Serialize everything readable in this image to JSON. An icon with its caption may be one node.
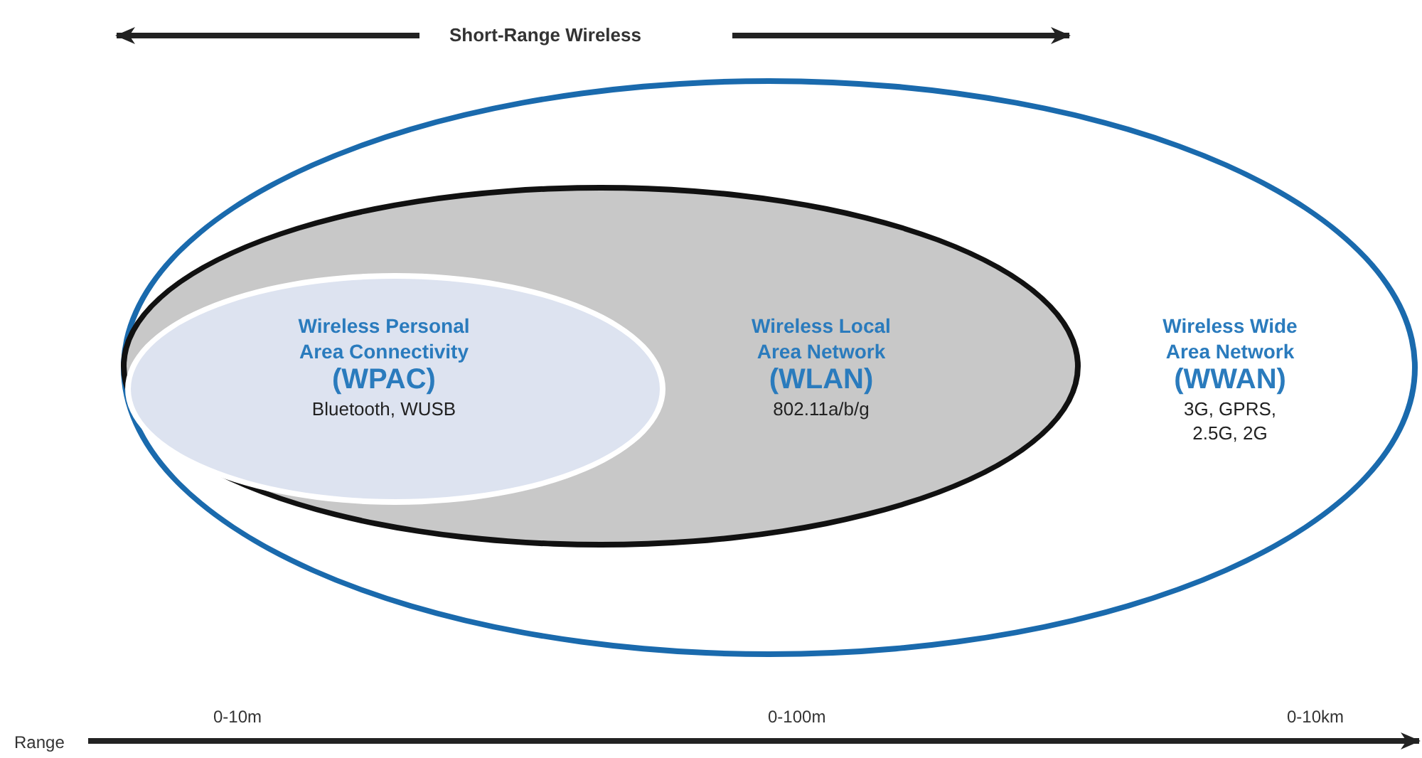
{
  "diagram": {
    "nodes": [
      {
        "text": [
          "Wireless Wide Area Network",
          "(WWAN)",
          "3G, GPRS, 2.5G, 2G"
        ]
      },
      {
        "text": [
          "Wireless Local Area Network",
          "(WLAN)",
          "802.11a/b/g"
        ],
        "in": 0
      },
      {
        "text": [
          "Wireless Personal Area Connectivity",
          "(WPAC)",
          "Bluetooth, WUSB"
        ],
        "in": 1
      }
    ],
    "edges": [],
    "labels": [
      "Short-Range Wireless",
      "0-10m",
      "0-100m",
      "0-10km",
      "Range"
    ]
  }
}
